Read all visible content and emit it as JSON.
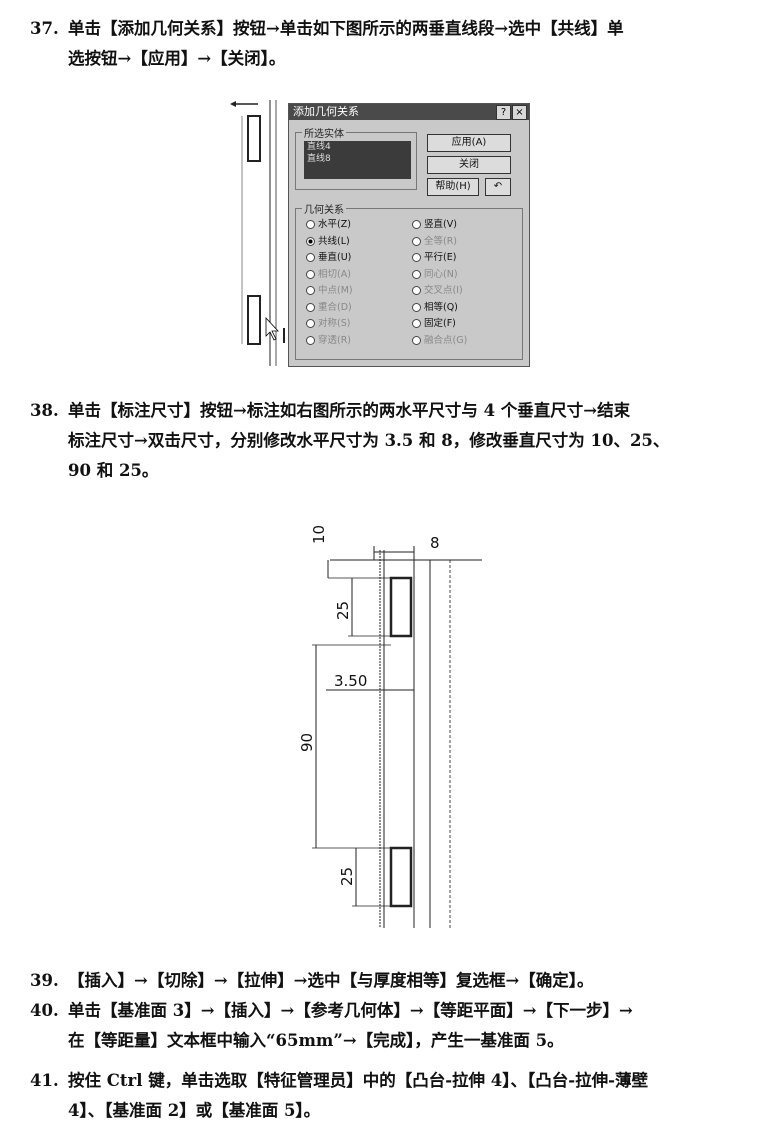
{
  "steps": [
    {
      "num": "37.",
      "line1": "单击【添加几何关系】按钮→单击如下图所示的两垂直线段→选中【共线】单",
      "line2": "选按钮→【应用】→【关闭】。"
    },
    {
      "num": "38.",
      "line1": "单击【标注尺寸】按钮→标注如右图所示的两水平尺寸与 4 个垂直尺寸→结束",
      "line2": "标注尺寸→双击尺寸，分别修改水平尺寸为 3.5 和 8，修改垂直尺寸为 10、25、",
      "line3": "90 和 25。"
    },
    {
      "num": "39.",
      "line1": "【插入】→【切除】→【拉伸】→选中【与厚度相等】复选框→【确定】。"
    },
    {
      "num": "40.",
      "line1": "单击【基准面 3】→【插入】→【参考几何体】→【等距平面】→【下一步】→",
      "line2": "在【等距量】文本框中输入“65mm”→【完成】，产生一基准面 5。"
    },
    {
      "num": "41.",
      "line1": "按住 Ctrl 键，单击选取【特征管理员】中的【凸台-拉伸 4】、【凸台-拉伸-薄壁",
      "line2": "4】、【基准面 2】或【基准面 5】。"
    }
  ],
  "dialog": {
    "title": "添加几何关系",
    "help_glyph": "?",
    "close_glyph": "×",
    "selected_group": "所选实体",
    "selected_items": [
      "直线4",
      "直线8"
    ],
    "apply": "应用(A)",
    "close": "关闭",
    "help": "帮助(H)",
    "undo": "↶",
    "relations_group": "几何关系",
    "left_options": [
      {
        "label": "水平(Z)",
        "state": "normal"
      },
      {
        "label": "共线(L)",
        "state": "checked"
      },
      {
        "label": "垂直(U)",
        "state": "normal"
      },
      {
        "label": "相切(A)",
        "state": "dim"
      },
      {
        "label": "中点(M)",
        "state": "dim"
      },
      {
        "label": "重合(D)",
        "state": "dim"
      },
      {
        "label": "对称(S)",
        "state": "dim"
      },
      {
        "label": "穿透(R)",
        "state": "dim"
      }
    ],
    "right_options": [
      {
        "label": "竖直(V)",
        "state": "normal"
      },
      {
        "label": "全等(R)",
        "state": "dim"
      },
      {
        "label": "平行(E)",
        "state": "normal"
      },
      {
        "label": "同心(N)",
        "state": "dim"
      },
      {
        "label": "交叉点(I)",
        "state": "dim"
      },
      {
        "label": "相等(Q)",
        "state": "normal"
      },
      {
        "label": "固定(F)",
        "state": "normal"
      },
      {
        "label": "融合点(G)",
        "state": "dim"
      }
    ]
  },
  "drawing": {
    "dim_top_horizontal": "8",
    "dim_mid_horizontal": "3.50",
    "dim_vertical_top": "10",
    "dim_vertical_slot1": "25",
    "dim_vertical_gap": "90",
    "dim_vertical_slot2": "25"
  }
}
